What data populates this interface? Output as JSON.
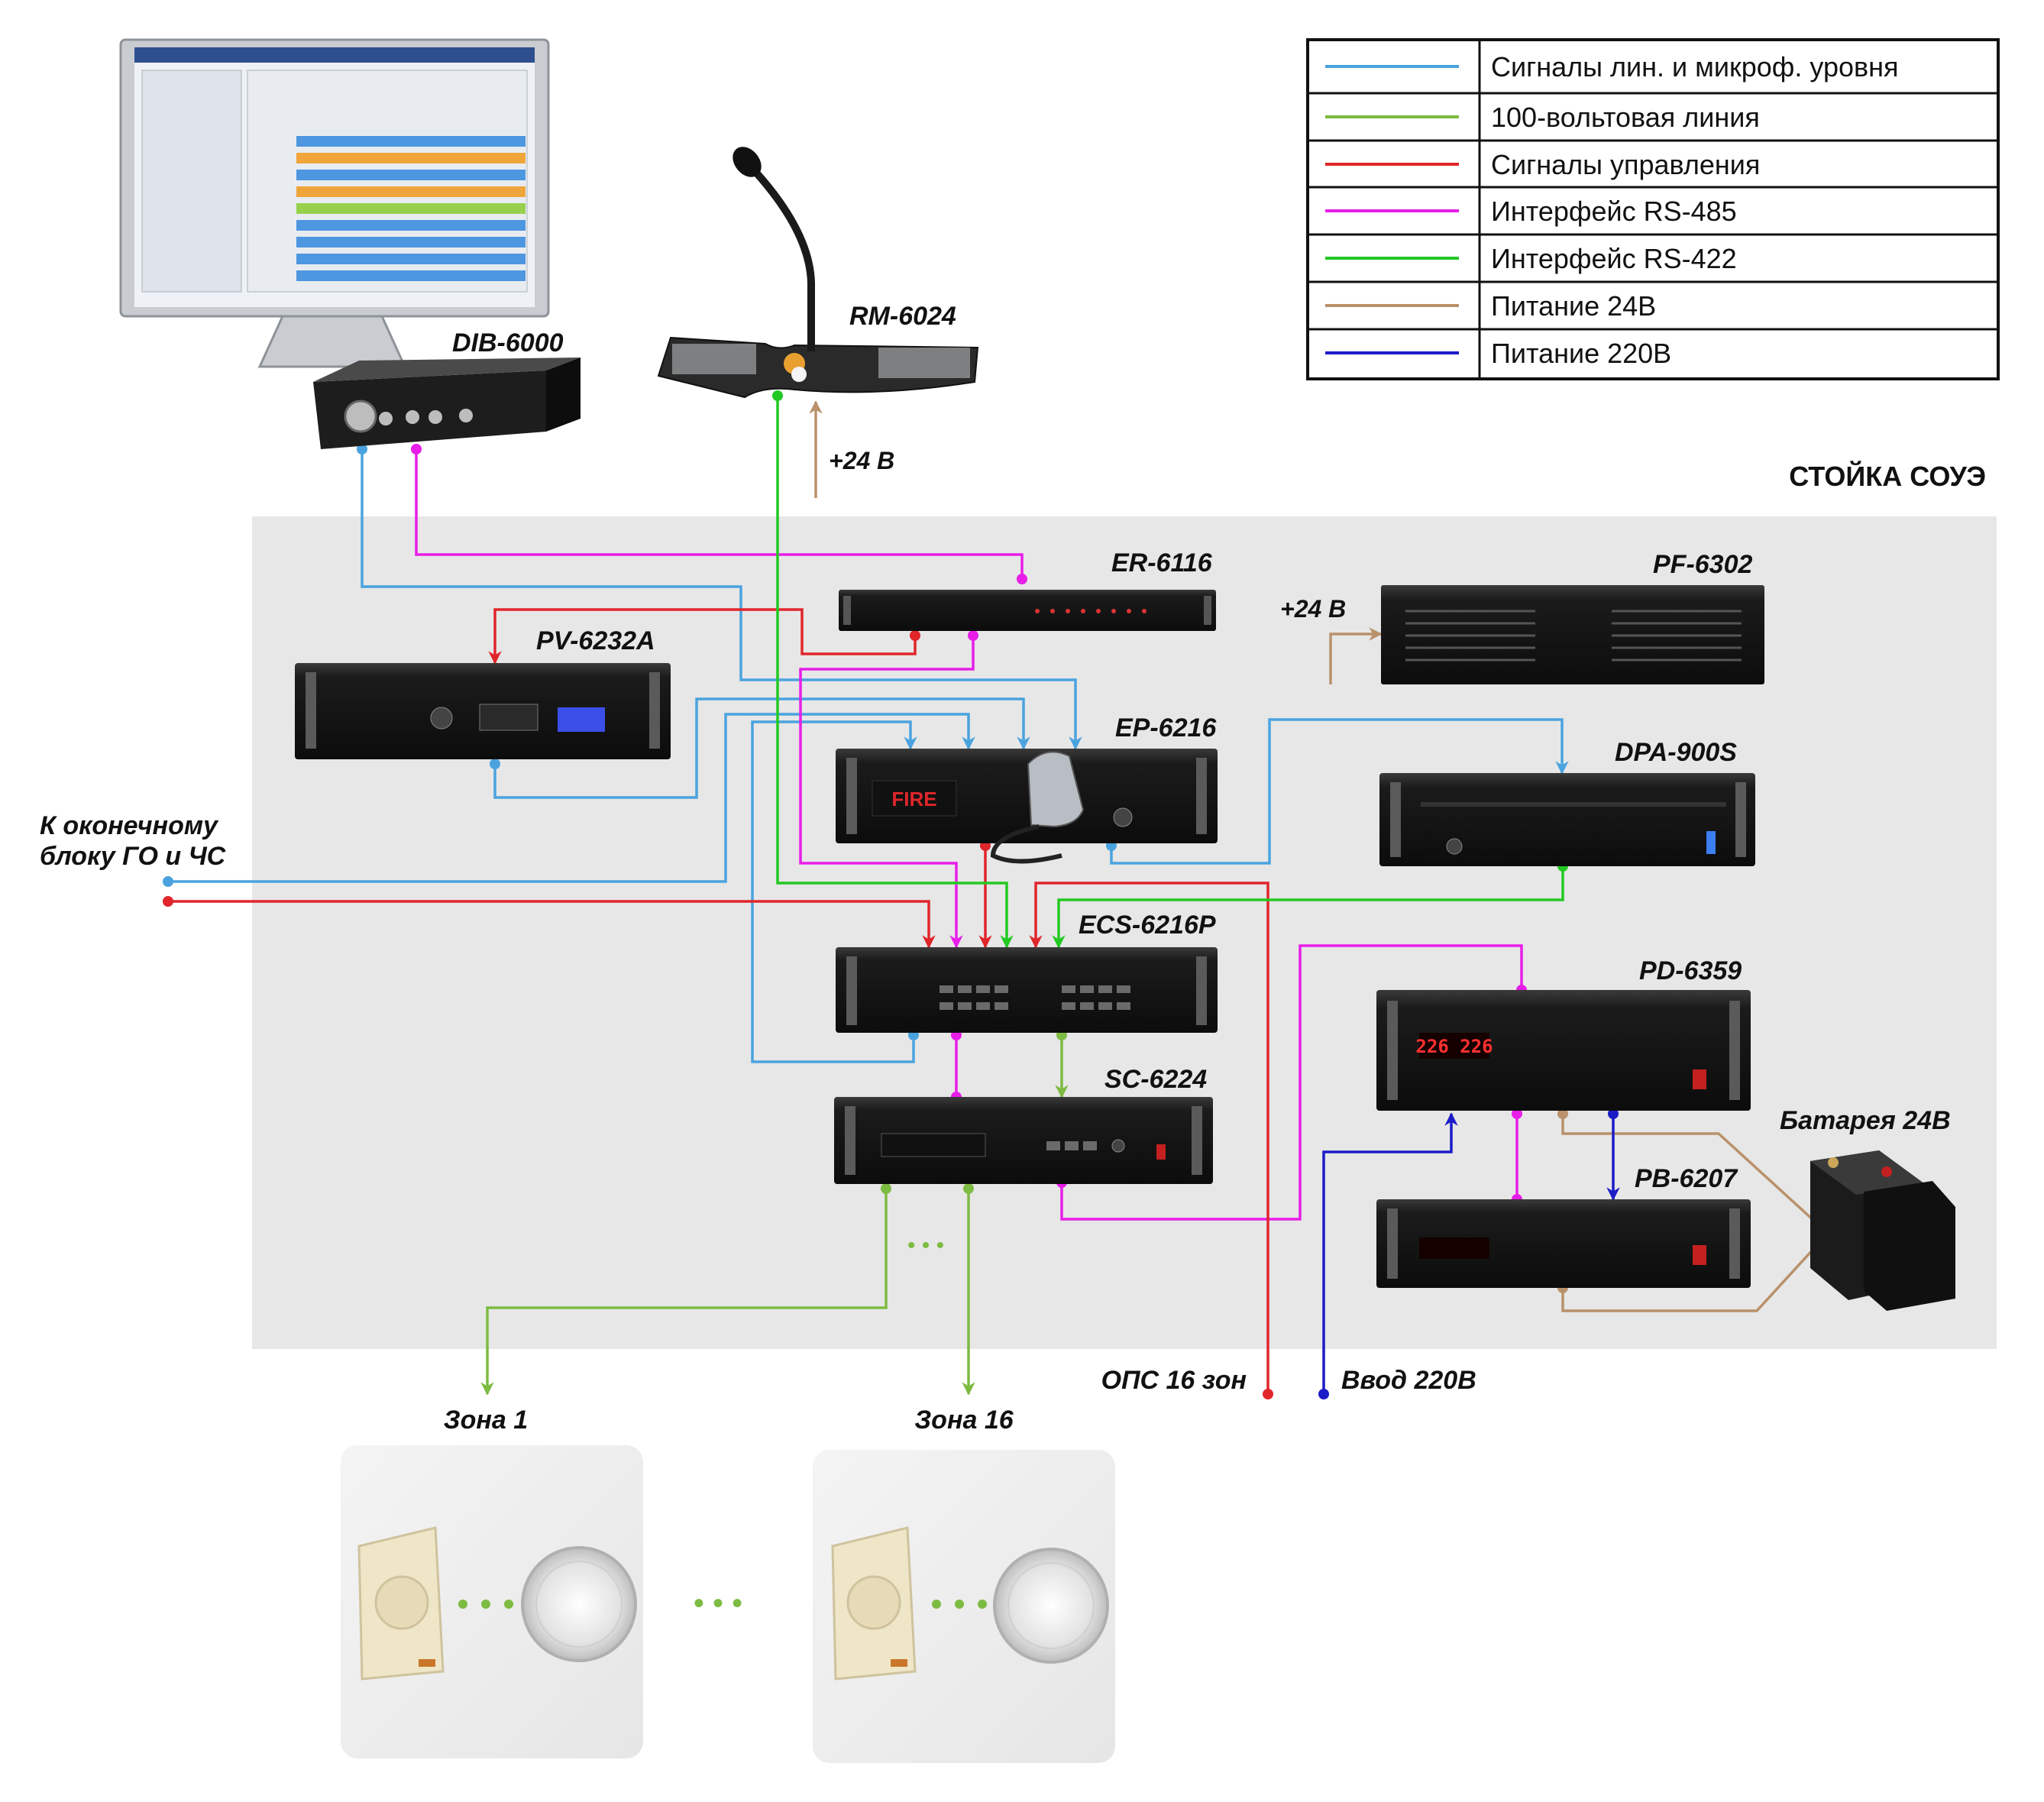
{
  "rack_title": "СТОЙКА СОУЭ",
  "colors": {
    "blue": "#4aa3df",
    "olive": "#7dbb42",
    "red": "#e0262b",
    "magenta": "#e81ee8",
    "green": "#22c922",
    "tan": "#b9916a",
    "navy": "#1c1cc8"
  },
  "legend": [
    {
      "label": "Сигналы лин. и микроф. уровня",
      "color": "#4aa3df"
    },
    {
      "label": "100-вольтовая линия",
      "color": "#7dbb42"
    },
    {
      "label": "Сигналы управления",
      "color": "#e0262b"
    },
    {
      "label": "Интерфейс RS-485",
      "color": "#e81ee8"
    },
    {
      "label": "Интерфейс RS-422",
      "color": "#22c922"
    },
    {
      "label": "Питание 24В",
      "color": "#b9916a"
    },
    {
      "label": "Питание 220В",
      "color": "#1c1cc8"
    }
  ],
  "devices": {
    "dib": "DIB-6000",
    "rm": "RM-6024",
    "er": "ER-6116",
    "pf": "PF-6302",
    "pv": "PV-6232A",
    "ep": "EP-6216",
    "dpa": "DPA-900S",
    "ecs": "ECS-6216P",
    "pd": "PD-6359",
    "sc": "SC-6224",
    "pb": "PB-6207",
    "battery": "Батарея 24В"
  },
  "labels": {
    "rm_power": "+24 В",
    "pf_power": "+24 В",
    "go_line1": "К оконечному",
    "go_line2": "блоку ГО и ЧС",
    "ops": "ОПС 16 зон",
    "mains": "Ввод 220В",
    "zone1": "Зона 1",
    "zone16": "Зона 16",
    "ellipsis": "• • •",
    "panel_fire": "FIRE",
    "pd_display": "226 226"
  }
}
